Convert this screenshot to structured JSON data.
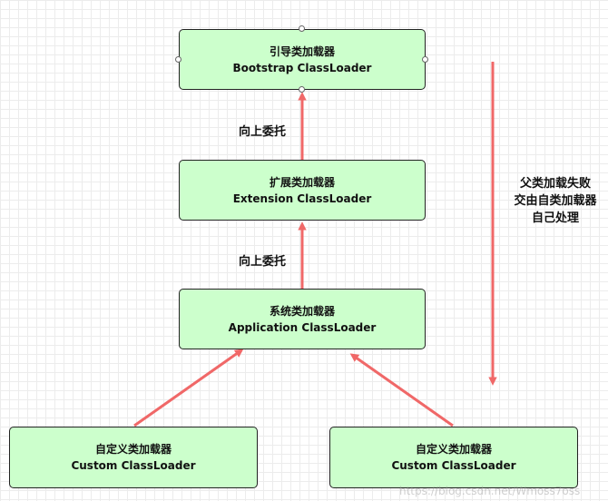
{
  "nodes": {
    "bootstrap": {
      "line1": "引导类加载器",
      "line2": "Bootstrap ClassLoader"
    },
    "extension": {
      "line1": "扩展类加载器",
      "line2": "Extension ClassLoader"
    },
    "application": {
      "line1": "系统类加载器",
      "line2": "Application ClassLoader"
    },
    "custom_left": {
      "line1": "自定义类加载器",
      "line2": "Custom ClassLoader"
    },
    "custom_right": {
      "line1": "自定义类加载器",
      "line2": "Custom ClassLoader"
    }
  },
  "edge_labels": {
    "app_to_ext": "向上委托",
    "ext_to_boot": "向上委托"
  },
  "side_note": {
    "line1": "父类加载失败",
    "line2": "交由自类加载器",
    "line3": "自己处理"
  },
  "watermark": "https://blog.csdn.net/Wmoss7oss",
  "colors": {
    "node_fill": "#ccffcc",
    "node_border": "#222222",
    "arrow": "#f06868"
  }
}
